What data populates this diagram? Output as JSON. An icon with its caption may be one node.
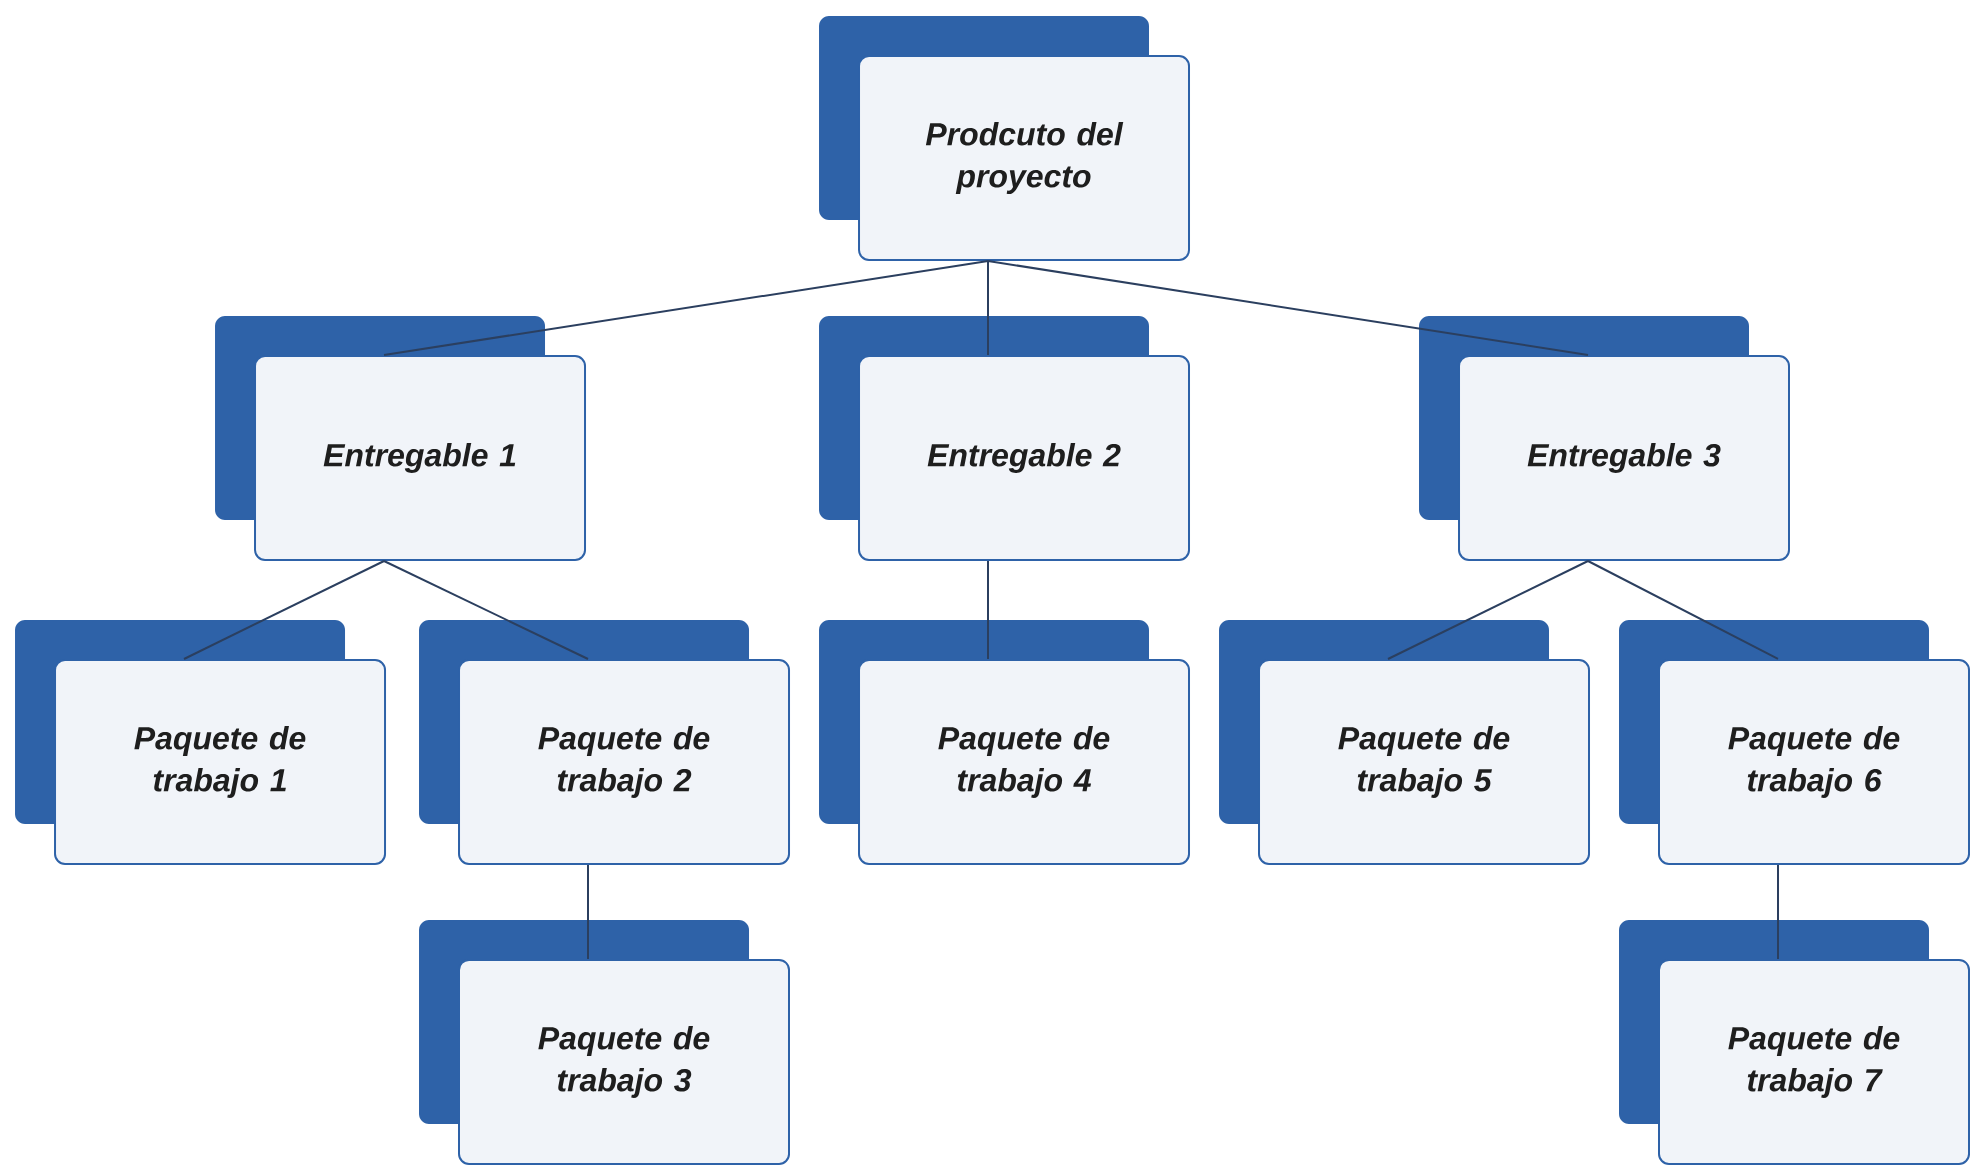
{
  "diagram": {
    "nodes": [
      {
        "text": [
          "Prodcuto del proyecto"
        ]
      },
      {
        "text": [
          "Entregable 1"
        ]
      },
      {
        "text": [
          "Entregable 2"
        ]
      },
      {
        "text": [
          "Entregable 3"
        ]
      },
      {
        "text": [
          "Paquete de trabajo 1"
        ]
      },
      {
        "text": [
          "Paquete de trabajo 2"
        ]
      },
      {
        "text": [
          "Paquete de trabajo 4"
        ]
      },
      {
        "text": [
          "Paquete de trabajo 5"
        ]
      },
      {
        "text": [
          "Paquete de trabajo 6"
        ]
      },
      {
        "text": [
          "Paquete de trabajo 3"
        ]
      },
      {
        "text": [
          "Paquete de trabajo 7"
        ]
      }
    ],
    "edges": [
      {
        "from": 0,
        "to": 1,
        "arrow": "none"
      },
      {
        "from": 0,
        "to": 2,
        "arrow": "none"
      },
      {
        "from": 0,
        "to": 3,
        "arrow": "none"
      },
      {
        "from": 1,
        "to": 4,
        "arrow": "none"
      },
      {
        "from": 1,
        "to": 5,
        "arrow": "none"
      },
      {
        "from": 5,
        "to": 9,
        "arrow": "none"
      },
      {
        "from": 2,
        "to": 6,
        "arrow": "none"
      },
      {
        "from": 3,
        "to": 7,
        "arrow": "none"
      },
      {
        "from": 3,
        "to": 8,
        "arrow": "none"
      },
      {
        "from": 8,
        "to": 10,
        "arrow": "none"
      }
    ]
  }
}
